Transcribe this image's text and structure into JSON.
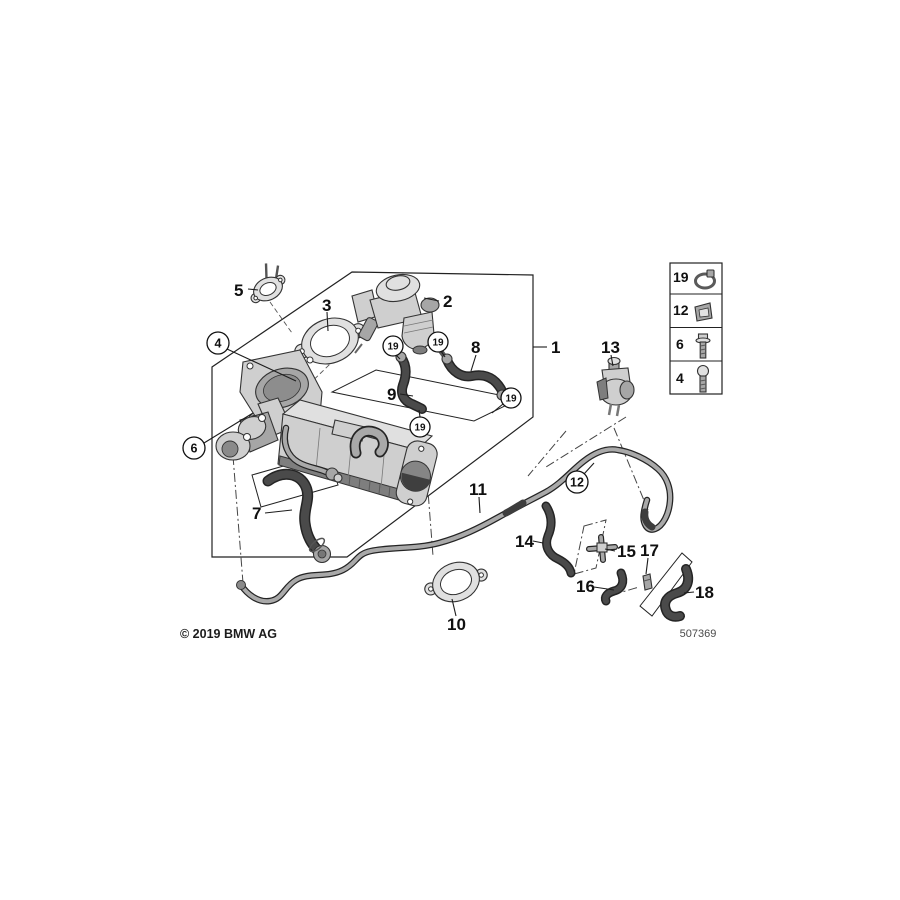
{
  "footer": {
    "copyright": "© 2019 BMW AG",
    "doc_number": "507369"
  },
  "callouts": {
    "c1": "1",
    "c2": "2",
    "c3": "3",
    "c4": "4",
    "c5": "5",
    "c6": "6",
    "c7": "7",
    "c8": "8",
    "c9": "9",
    "c10": "10",
    "c11": "11",
    "c12": "12",
    "c13": "13",
    "c14": "14",
    "c15": "15",
    "c16": "16",
    "c17": "17",
    "c18": "18",
    "c19": "19"
  },
  "legend": {
    "rows": [
      {
        "label": "19",
        "icon": "hose-clamp-icon"
      },
      {
        "label": "12",
        "icon": "spring-clip-icon"
      },
      {
        "label": "6",
        "icon": "flange-bolt-icon"
      },
      {
        "label": "4",
        "icon": "hex-bolt-icon"
      }
    ]
  }
}
